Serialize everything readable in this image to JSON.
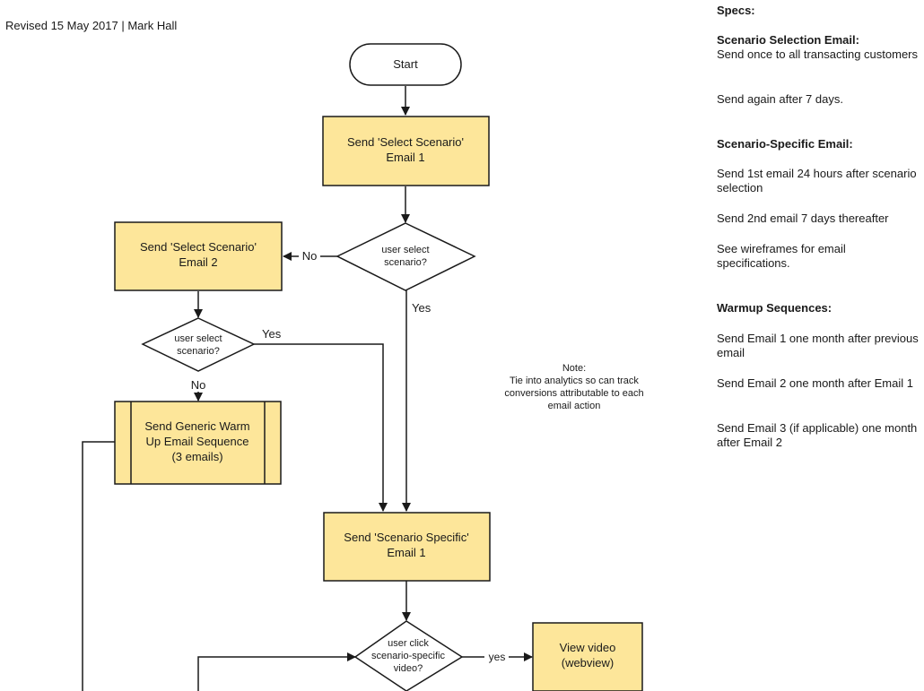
{
  "header": {
    "revised": "Revised 15 May 2017  |  Mark Hall"
  },
  "flow": {
    "start": "Start",
    "select_email_1": [
      "Send 'Select Scenario'",
      "Email 1"
    ],
    "decision_1": [
      "user select",
      "scenario?"
    ],
    "select_email_2": [
      "Send 'Select Scenario'",
      "Email 2"
    ],
    "decision_2": [
      "user select",
      "scenario?"
    ],
    "generic_warmup": [
      "Send Generic Warm",
      "Up Email Sequence",
      "(3 emails)"
    ],
    "specific_email_1": [
      "Send 'Scenario Specific'",
      "Email 1"
    ],
    "decision_3": [
      "user click",
      "scenario-specific",
      "video?"
    ],
    "view_video": [
      "View video",
      "(webview)"
    ],
    "label_no_1": "No",
    "label_yes_1": "Yes",
    "label_yes_2": "Yes",
    "label_no_2": "No",
    "label_yes_3": "yes"
  },
  "note": {
    "title": "Note:",
    "body": "Tie into analytics so can track conversions attributable to each email action"
  },
  "specs": {
    "heading": "Specs:",
    "selection_heading": "Scenario Selection Email:",
    "selection_p1": "Send once to all transacting customers",
    "selection_p2": "Send again after 7 days.",
    "specific_heading": "Scenario-Specific Email:",
    "specific_p1": "Send 1st email 24 hours after scenario selection",
    "specific_p2": "Send 2nd email 7 days thereafter",
    "specific_p3": "See wireframes for email specifications.",
    "warmup_heading": "Warmup Sequences:",
    "warmup_p1": "Send Email 1 one month after previous email",
    "warmup_p2": "Send Email 2 one month after Email 1",
    "warmup_p3": "Send Email 3 (if applicable) one month after Email 2"
  },
  "colors": {
    "box_fill": "#fde69a",
    "stroke": "#1a1a1a"
  }
}
